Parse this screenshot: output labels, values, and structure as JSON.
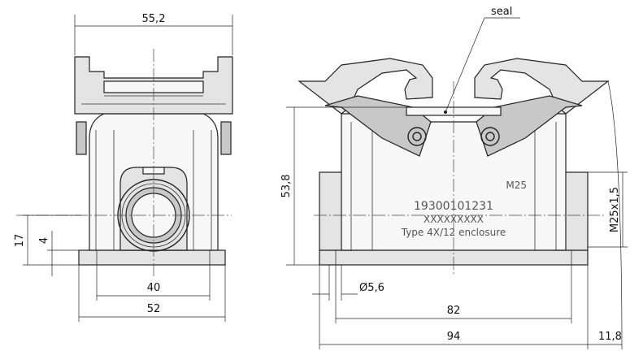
{
  "labels": {
    "seal": "seal",
    "dims": {
      "width_top": "55,2",
      "height_left_17": "17",
      "small_4": "4",
      "width_40": "40",
      "width_52": "52",
      "height_53_8": "53,8",
      "thread_m25x1_5": "M25x1,5",
      "hole_dia": "Ø5,6",
      "width_82": "82",
      "width_94": "94",
      "offset_11_8": "11,8"
    },
    "markings": {
      "thread_size": "M25",
      "part_number": "19300101231",
      "serial": "XXXXXXXXX",
      "enclosure_type": "Type 4X/12 enclosure"
    }
  }
}
